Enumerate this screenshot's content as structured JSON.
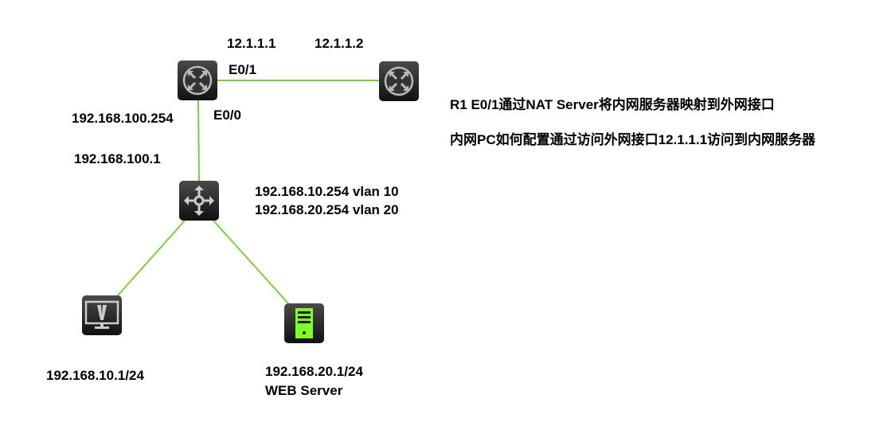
{
  "devices": {
    "r1": {
      "icon": "router-icon",
      "label_ip_out": "12.1.1.1",
      "port_out": "E0/1",
      "port_in": "E0/0",
      "ip_in": "192.168.100.254"
    },
    "r2": {
      "icon": "router-icon",
      "ip": "12.1.1.2"
    },
    "switch": {
      "icon": "l3-switch-icon",
      "uplink_ip": "192.168.100.1",
      "vlan10": "192.168.10.254 vlan 10",
      "vlan20": "192.168.20.254 vlan 20"
    },
    "pc": {
      "icon": "pc-icon",
      "ip": "192.168.10.1/24"
    },
    "server": {
      "icon": "server-icon",
      "ip": "192.168.20.1/24",
      "name": "WEB Server"
    }
  },
  "notes": [
    "R1 E0/1通过NAT Server将内网服务器映射到外网接口",
    "内网PC如何配置通过访问外网接口12.1.1.1访问到内网服务器"
  ],
  "colors": {
    "link": "#7ccc3c",
    "server_accent": "#7fff2a"
  }
}
